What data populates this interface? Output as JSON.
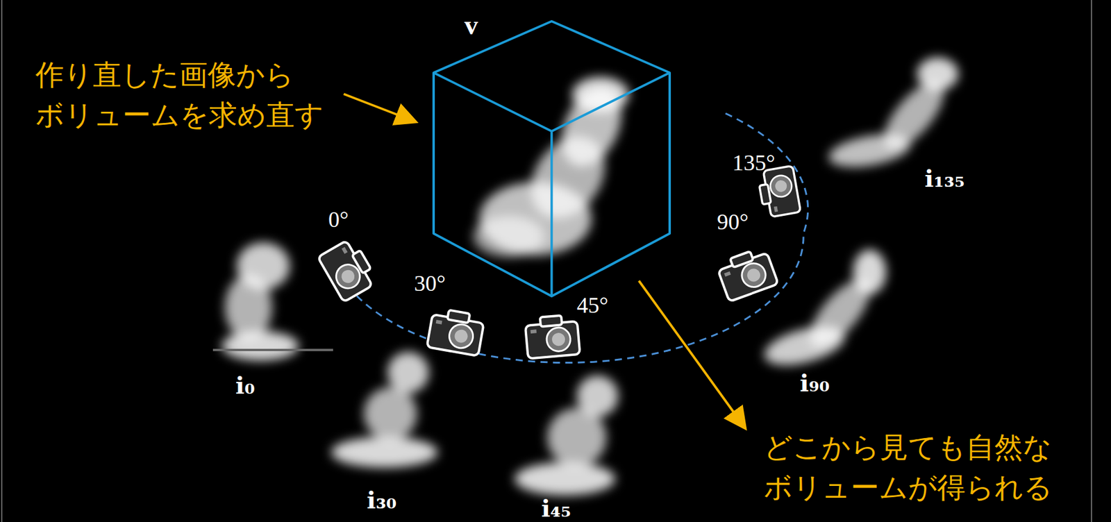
{
  "diagram": {
    "nodes": [
      {
        "text": [
          "v"
        ]
      }
    ],
    "labels": [
      "作り直した画像から ボリュームを求め直す",
      "どこから見ても自然な ボリュームが得られる",
      "0°",
      "30°",
      "45°",
      "90°",
      "135°",
      "i₀",
      "i₃₀",
      "i₄₅",
      "i₉₀",
      "i₁₃₅"
    ]
  }
}
